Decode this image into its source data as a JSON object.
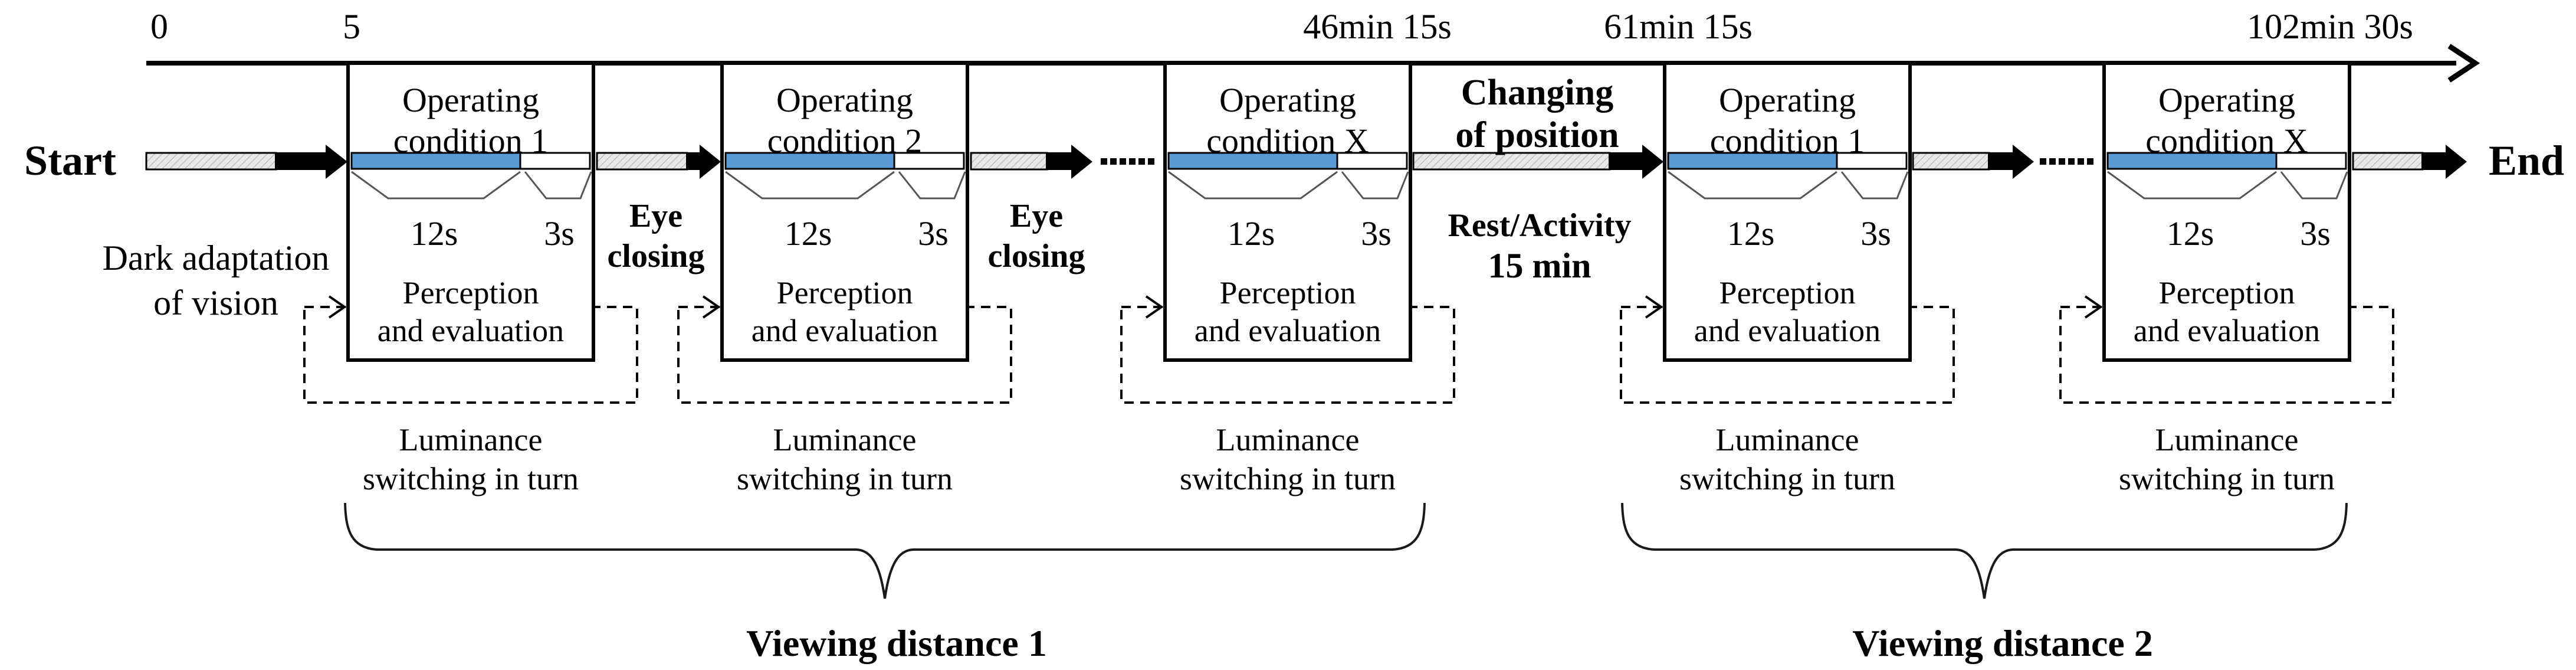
{
  "figure": {
    "description": "Experiment session timeline diagram"
  },
  "timeline": {
    "ticks": [
      "0",
      "5",
      "46min 15s",
      "61min 15s",
      "102min 30s"
    ],
    "start_label": "Start",
    "end_label": "End"
  },
  "left_annotation": {
    "line1": "Dark adaptation",
    "line2": "of vision"
  },
  "boxes": [
    {
      "title1": "Operating",
      "title2": "condition 1",
      "blue_dur": "12s",
      "white_dur": "3s",
      "body1": "Perception",
      "body2": "and evaluation",
      "note1": "Luminance",
      "note2": "switching in turn"
    },
    {
      "title1": "Operating",
      "title2": "condition 2",
      "blue_dur": "12s",
      "white_dur": "3s",
      "body1": "Perception",
      "body2": "and evaluation",
      "note1": "Luminance",
      "note2": "switching in turn"
    },
    {
      "title1": "Operating",
      "title2": "condition X",
      "blue_dur": "12s",
      "white_dur": "3s",
      "body1": "Perception",
      "body2": "and evaluation",
      "note1": "Luminance",
      "note2": "switching in turn"
    },
    {
      "title1": "Operating",
      "title2": "condition 1",
      "blue_dur": "12s",
      "white_dur": "3s",
      "body1": "Perception",
      "body2": "and evaluation",
      "note1": "Luminance",
      "note2": "switching in turn"
    },
    {
      "title1": "Operating",
      "title2": "condition X",
      "blue_dur": "12s",
      "white_dur": "3s",
      "body1": "Perception",
      "body2": "and evaluation",
      "note1": "Luminance",
      "note2": "switching in turn"
    }
  ],
  "gaps": {
    "eye_closing_1": {
      "line1": "Eye",
      "line2": "closing"
    },
    "eye_closing_2": {
      "line1": "Eye",
      "line2": "closing"
    },
    "changing_of_position": {
      "line1": "Changing",
      "line2": "of position"
    },
    "rest_activity": {
      "line1": "Rest/Activity",
      "line2": "15 min"
    }
  },
  "braces": {
    "viewing1": "Viewing distance 1",
    "viewing2": "Viewing distance 2"
  },
  "colors": {
    "bar_blue": "#5b9bd5",
    "hatch_gray": "#e4e4e4",
    "line_black": "#000000"
  }
}
